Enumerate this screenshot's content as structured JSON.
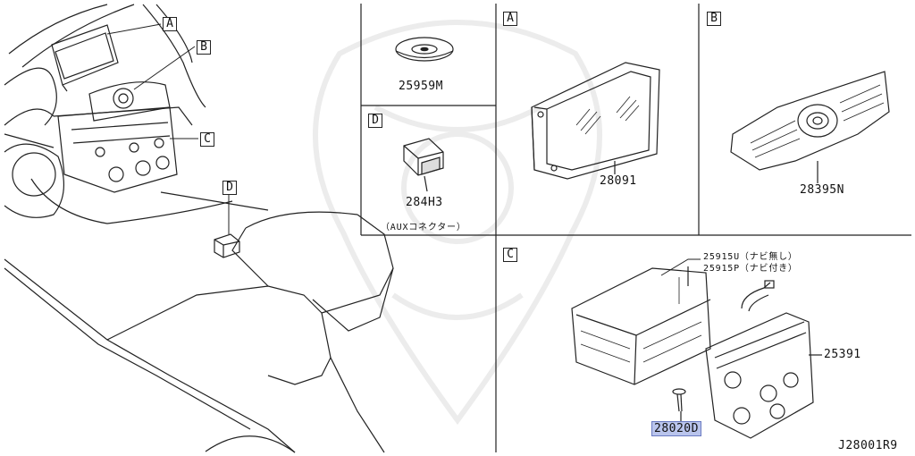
{
  "callouts": {
    "A": "A",
    "B": "B",
    "C": "C",
    "D": "D"
  },
  "parts": {
    "p25959M": "25959M",
    "p28091": "28091",
    "p28395N": "28395N",
    "p284H3": "284H3",
    "aux_connector": "（AUXコネクター）",
    "p25915U": "25915U（ナビ無し）",
    "p25915P": "25915P（ナビ付き）",
    "p25391": "25391",
    "p28020D": "28020D"
  },
  "drawing_number": "J28001R9",
  "colors": {
    "line": "#222222",
    "highlight_fill": "#b9c4ec",
    "highlight_border": "#6b7bc2",
    "watermark": "#ececec"
  }
}
